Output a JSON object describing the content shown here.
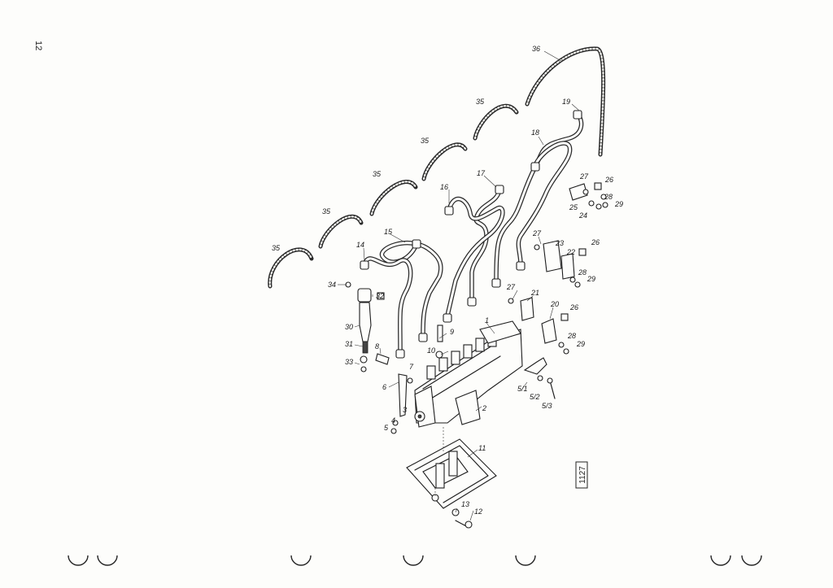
{
  "page": {
    "number": "12",
    "figure_number": "1127"
  },
  "callouts": [
    {
      "id": "c36",
      "text": "36"
    },
    {
      "id": "c19",
      "text": "19"
    },
    {
      "id": "c35a",
      "text": "35"
    },
    {
      "id": "c35b",
      "text": "35"
    },
    {
      "id": "c35c",
      "text": "35"
    },
    {
      "id": "c35d",
      "text": "35"
    },
    {
      "id": "c35e",
      "text": "35"
    },
    {
      "id": "c18",
      "text": "18"
    },
    {
      "id": "c17",
      "text": "17"
    },
    {
      "id": "c16",
      "text": "16"
    },
    {
      "id": "c15",
      "text": "15"
    },
    {
      "id": "c14",
      "text": "14"
    },
    {
      "id": "c27a",
      "text": "27"
    },
    {
      "id": "c26a",
      "text": "26"
    },
    {
      "id": "c25",
      "text": "25"
    },
    {
      "id": "c24",
      "text": "24"
    },
    {
      "id": "c28a",
      "text": "28"
    },
    {
      "id": "c29a",
      "text": "29"
    },
    {
      "id": "c27b",
      "text": "27"
    },
    {
      "id": "c23",
      "text": "23"
    },
    {
      "id": "c22",
      "text": "22"
    },
    {
      "id": "c26b",
      "text": "26"
    },
    {
      "id": "c28b",
      "text": "28"
    },
    {
      "id": "c29b",
      "text": "29"
    },
    {
      "id": "c34",
      "text": "34"
    },
    {
      "id": "c32",
      "text": "32"
    },
    {
      "id": "c30",
      "text": "30"
    },
    {
      "id": "c31",
      "text": "31"
    },
    {
      "id": "c33",
      "text": "33"
    },
    {
      "id": "c8",
      "text": "8"
    },
    {
      "id": "c27c",
      "text": "27"
    },
    {
      "id": "c21",
      "text": "21"
    },
    {
      "id": "c20",
      "text": "20"
    },
    {
      "id": "c26c",
      "text": "26"
    },
    {
      "id": "c28c",
      "text": "28"
    },
    {
      "id": "c29c",
      "text": "29"
    },
    {
      "id": "c1",
      "text": "1"
    },
    {
      "id": "c9",
      "text": "9"
    },
    {
      "id": "c10",
      "text": "10"
    },
    {
      "id": "c7",
      "text": "7"
    },
    {
      "id": "c6",
      "text": "6"
    },
    {
      "id": "c3",
      "text": "3"
    },
    {
      "id": "c4",
      "text": "4"
    },
    {
      "id": "c5",
      "text": "5"
    },
    {
      "id": "c2",
      "text": "2"
    },
    {
      "id": "c51",
      "text": "5/1"
    },
    {
      "id": "c52",
      "text": "5/2"
    },
    {
      "id": "c53",
      "text": "5/3"
    },
    {
      "id": "c11",
      "text": "11"
    },
    {
      "id": "c13",
      "text": "13"
    },
    {
      "id": "c12",
      "text": "12"
    }
  ]
}
